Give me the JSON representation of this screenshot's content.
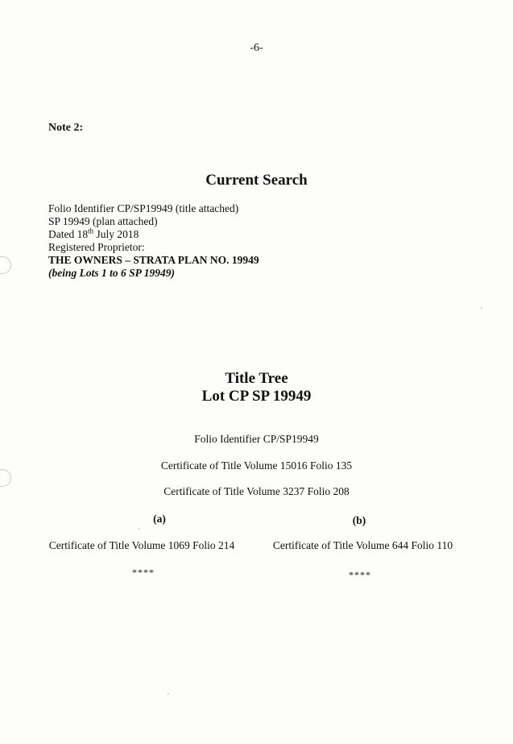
{
  "page": {
    "number": "-6-"
  },
  "note": {
    "label": "Note 2:"
  },
  "current_search": {
    "title": "Current Search",
    "folio_identifier": "Folio Identifier CP/SP19949 (title attached)",
    "plan": "SP 19949 (plan attached)",
    "dated_prefix": "Dated 18",
    "dated_suffix": "th",
    "dated_rest": " July 2018",
    "registered_proprietor_label": "Registered Proprietor:",
    "proprietor": "THE OWNERS – STRATA PLAN NO. 19949",
    "lots": "(being Lots 1 to 6 SP 19949)"
  },
  "title_tree": {
    "title_line1": "Title Tree",
    "title_line2": "Lot CP SP 19949",
    "folio_identifier": "Folio Identifier CP/SP19949",
    "certificate_1": "Certificate of Title Volume 15016 Folio 135",
    "certificate_2": "Certificate of Title Volume 3237 Folio 208",
    "branches": [
      {
        "label": "(a)",
        "certificate": "Certificate of Title Volume 1069 Folio 214",
        "marker": "****"
      },
      {
        "label": "(b)",
        "certificate": "Certificate of Title Volume 644 Folio 110",
        "marker": "****"
      }
    ]
  }
}
